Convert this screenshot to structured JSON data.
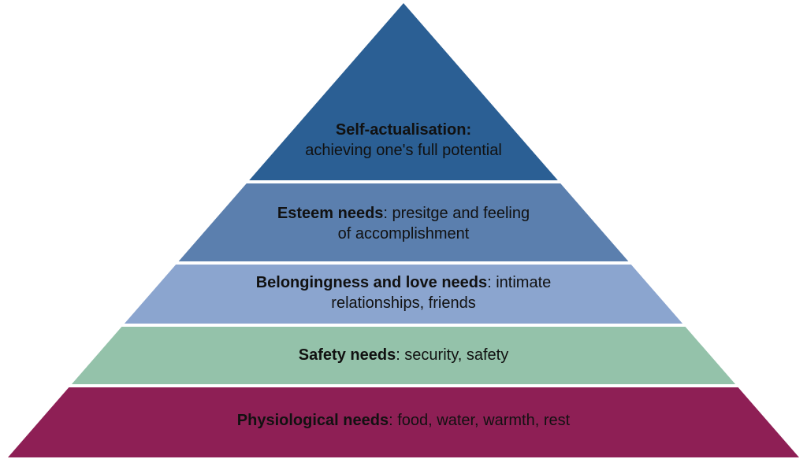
{
  "colors": {
    "self_actualisation": "#2b5f94",
    "esteem": "#5b7fae",
    "belonging": "#8ba5cf",
    "safety": "#94c2aa",
    "physiological": "#8e1f55",
    "separator": "#ffffff"
  },
  "levels": [
    {
      "key": "self_actualisation",
      "title": "Self-actualisation:",
      "line1_rest": "",
      "line2": "achieving one's full potential"
    },
    {
      "key": "esteem",
      "title": "Esteem needs",
      "line1_rest": ": presitge and feeling",
      "line2": "of accomplishment"
    },
    {
      "key": "belonging",
      "title": "Belongingness and love needs",
      "line1_rest": ": intimate",
      "line2": "relationships, friends"
    },
    {
      "key": "safety",
      "title": "Safety needs",
      "line1_rest": ": security, safety",
      "line2": ""
    },
    {
      "key": "physiological",
      "title": "Physiological needs",
      "line1_rest": ": food, water, warmth, rest",
      "line2": ""
    }
  ]
}
